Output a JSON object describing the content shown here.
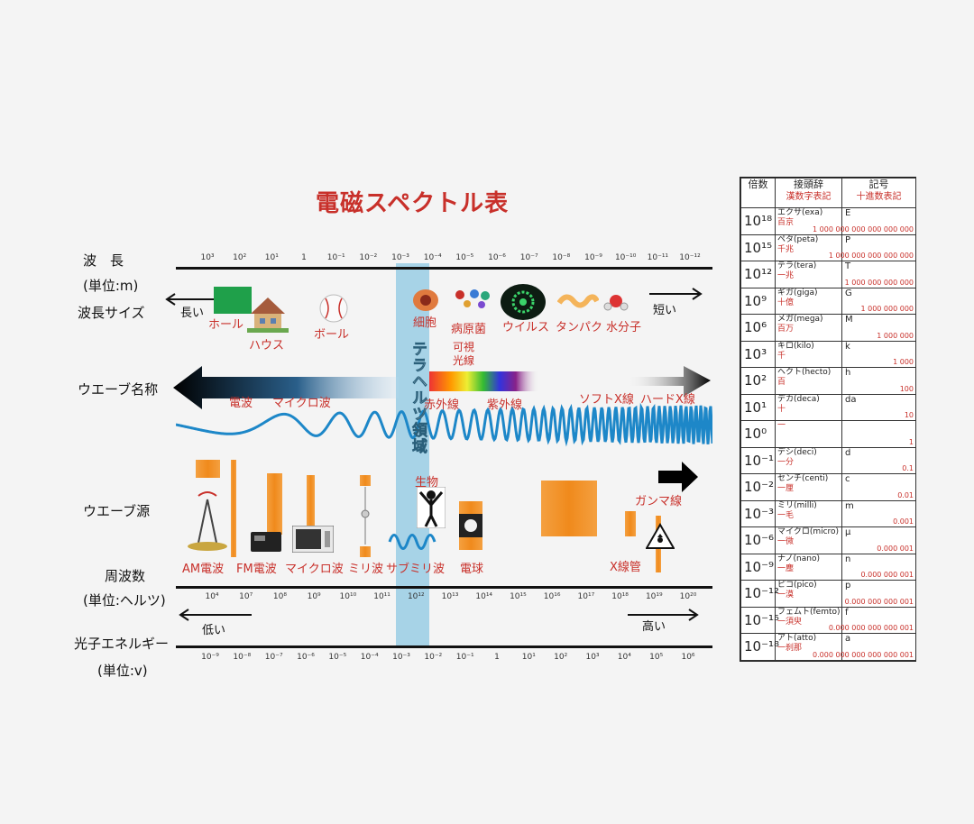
{
  "title": "電磁スペクトル表",
  "rows": {
    "wavelength": "波　長",
    "wavelength_unit": "(単位:m)",
    "wavelength_size": "波長サイズ",
    "wave_name": "ウエーブ名称",
    "wave_source": "ウエーブ源",
    "frequency": "周波数",
    "frequency_unit": "(単位:ヘルツ)",
    "photon_energy": "光子エネルギー",
    "photon_unit": "(単位:v)"
  },
  "wavelength_ticks": [
    "10³",
    "10²",
    "10¹",
    "1",
    "10⁻¹",
    "10⁻²",
    "10⁻³",
    "10⁻⁴",
    "10⁻⁵",
    "10⁻⁶",
    "10⁻⁷",
    "10⁻⁸",
    "10⁻⁹",
    "10⁻¹⁰",
    "10⁻¹¹",
    "10⁻¹²"
  ],
  "frequency_ticks": [
    "10⁴",
    "10⁷",
    "10⁸",
    "10⁹",
    "10¹⁰",
    "10¹¹",
    "10¹²",
    "10¹³",
    "10¹⁴",
    "10¹⁵",
    "10¹⁶",
    "10¹⁷",
    "10¹⁸",
    "10¹⁹",
    "10²⁰"
  ],
  "energy_ticks": [
    "10⁻⁹",
    "10⁻⁸",
    "10⁻⁷",
    "10⁻⁶",
    "10⁻⁵",
    "10⁻⁴",
    "10⁻³",
    "10⁻²",
    "10⁻¹",
    "1",
    "10¹",
    "10²",
    "10³",
    "10⁴",
    "10⁵",
    "10⁶"
  ],
  "arrows": {
    "long": "長い",
    "short": "短い",
    "low": "低い",
    "high": "高い"
  },
  "size_objects": [
    "ホール",
    "ハウス",
    "ボール",
    "細胞",
    "病原菌",
    "ウイルス",
    "タンパク",
    "水分子"
  ],
  "thz_region": "テラヘルツ領域",
  "visible_light": "可視\n光線",
  "wave_names": [
    "電波",
    "マイクロ波",
    "赤外線",
    "紫外線",
    "ソフトX線",
    "ハードX線"
  ],
  "sources": [
    "AM電波",
    "FM電波",
    "マイクロ波",
    "ミリ波",
    "サブミリ波",
    "電球",
    "X線管",
    "生物",
    "ガンマ線"
  ],
  "colors": {
    "title": "#c8302a",
    "thz_band": "#9ecfe6",
    "wave": "#1d87c8",
    "orange": "#f08a1c"
  },
  "prefix_table": {
    "headers": {
      "factor": "倍数",
      "prefix": "接頭辞",
      "prefix_sub": "漢数字表記",
      "symbol": "記号",
      "symbol_sub": "十進数表記"
    },
    "rows": [
      {
        "power": "10¹⁸",
        "name": "エクサ(exa)",
        "kanji": "百京",
        "symbol": "E",
        "decimal": "1 000 000 000 000 000 000"
      },
      {
        "power": "10¹⁵",
        "name": "ペタ(peta)",
        "kanji": "千兆",
        "symbol": "P",
        "decimal": "1 000 000 000 000 000"
      },
      {
        "power": "10¹²",
        "name": "テラ(tera)",
        "kanji": "一兆",
        "symbol": "T",
        "decimal": "1 000 000 000 000"
      },
      {
        "power": "10⁹",
        "name": "ギガ(giga)",
        "kanji": "十億",
        "symbol": "G",
        "decimal": "1 000 000 000"
      },
      {
        "power": "10⁶",
        "name": "メガ(mega)",
        "kanji": "百万",
        "symbol": "M",
        "decimal": "1 000 000"
      },
      {
        "power": "10³",
        "name": "キロ(kilo)",
        "kanji": "千",
        "symbol": "k",
        "decimal": "1 000"
      },
      {
        "power": "10²",
        "name": "ヘクト(hecto)",
        "kanji": "百",
        "symbol": "h",
        "decimal": "100"
      },
      {
        "power": "10¹",
        "name": "デカ(deca)",
        "kanji": "十",
        "symbol": "da",
        "decimal": "10"
      },
      {
        "power": "10⁰",
        "name": "",
        "kanji": "一",
        "symbol": "",
        "decimal": "1"
      },
      {
        "power": "10⁻¹",
        "name": "デシ(deci)",
        "kanji": "一分",
        "symbol": "d",
        "decimal": "0.1"
      },
      {
        "power": "10⁻²",
        "name": "センチ(centi)",
        "kanji": "一厘",
        "symbol": "c",
        "decimal": "0.01"
      },
      {
        "power": "10⁻³",
        "name": "ミリ(milli)",
        "kanji": "一毛",
        "symbol": "m",
        "decimal": "0.001"
      },
      {
        "power": "10⁻⁶",
        "name": "マイクロ(micro)",
        "kanji": "一微",
        "symbol": "μ",
        "decimal": "0.000 001"
      },
      {
        "power": "10⁻⁹",
        "name": "ナノ(nano)",
        "kanji": "一塵",
        "symbol": "n",
        "decimal": "0.000 000 001"
      },
      {
        "power": "10⁻¹²",
        "name": "ピコ(pico)",
        "kanji": "一漠",
        "symbol": "p",
        "decimal": "0.000 000 000 001"
      },
      {
        "power": "10⁻¹⁵",
        "name": "フェムト(femto)",
        "kanji": "一須臾",
        "symbol": "f",
        "decimal": "0.000 000 000 000 001"
      },
      {
        "power": "10⁻¹⁸",
        "name": "アト(atto)",
        "kanji": "一刹那",
        "symbol": "a",
        "decimal": "0.000 000 000 000 000 001"
      }
    ]
  }
}
